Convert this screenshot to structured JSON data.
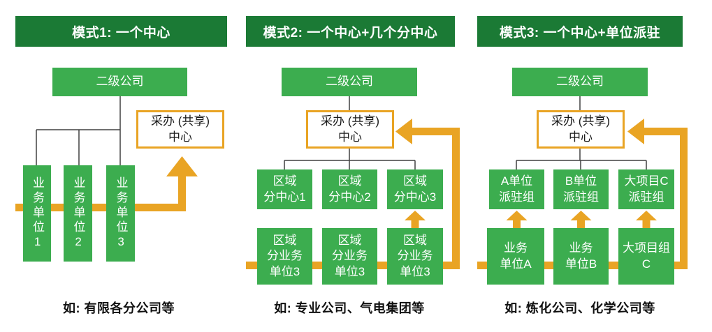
{
  "colors": {
    "header_green": "#1B7A35",
    "box_green": "#3CAD4F",
    "arrow_orange": "#E9A424",
    "connector_black": "#404040",
    "text_white": "#ffffff",
    "text_black": "#111111"
  },
  "panels": [
    {
      "header": "模式1: 一个中心",
      "parent_box": "二级公司",
      "center_box": [
        "采办 (共享)",
        "中心"
      ],
      "units": [
        "业务单位1",
        "业务单位2",
        "业务单位3"
      ],
      "caption": "如: 有限各分公司等"
    },
    {
      "header": "模式2: 一个中心+几个分中心",
      "parent_box": "二级公司",
      "center_box": [
        "采办 (共享)",
        "中心"
      ],
      "subcenters": [
        [
          "区域",
          "分中心1"
        ],
        [
          "区域",
          "分中心2"
        ],
        [
          "区域",
          "分中心3"
        ]
      ],
      "units": [
        [
          "区域",
          "分业务",
          "单位3"
        ],
        [
          "区域",
          "分业务",
          "单位3"
        ],
        [
          "区域",
          "分业务",
          "单位3"
        ]
      ],
      "caption": "如: 专业公司、气电集团等"
    },
    {
      "header": "模式3: 一个中心+单位派驻",
      "parent_box": "二级公司",
      "center_box": [
        "采办 (共享)",
        "中心"
      ],
      "dispatch_groups": [
        [
          "A单位",
          "派驻组"
        ],
        [
          "B单位",
          "派驻组"
        ],
        [
          "大项目C",
          "派驻组"
        ]
      ],
      "units": [
        [
          "业务",
          "单位A"
        ],
        [
          "业务",
          "单位B"
        ],
        [
          "大项目组",
          "C"
        ]
      ],
      "caption": "如: 炼化公司、化学公司等"
    }
  ]
}
